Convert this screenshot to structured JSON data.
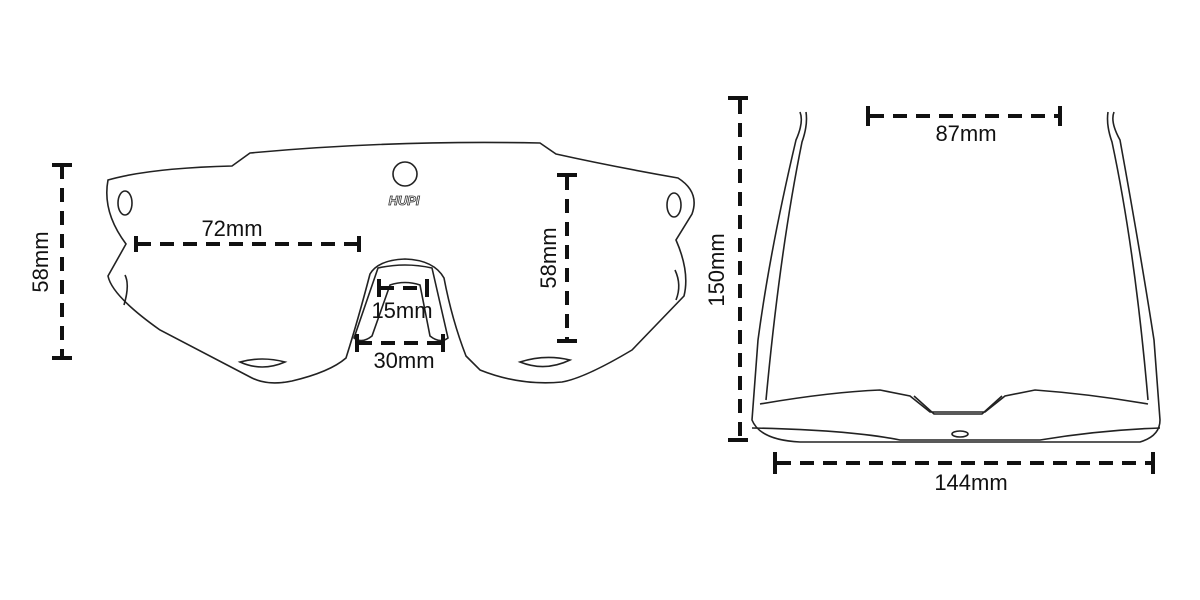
{
  "brand_logo": "HUPI",
  "front_view": {
    "lens_height": "58mm",
    "lens_width": "72mm",
    "nose_top_width": "15mm",
    "nose_bottom_width": "30mm",
    "lens_side_height": "58mm"
  },
  "top_view": {
    "temple_length": "150mm",
    "temple_gap": "87mm",
    "frame_width": "144mm"
  },
  "colors": {
    "ink": "#111111",
    "background": "#ffffff"
  }
}
